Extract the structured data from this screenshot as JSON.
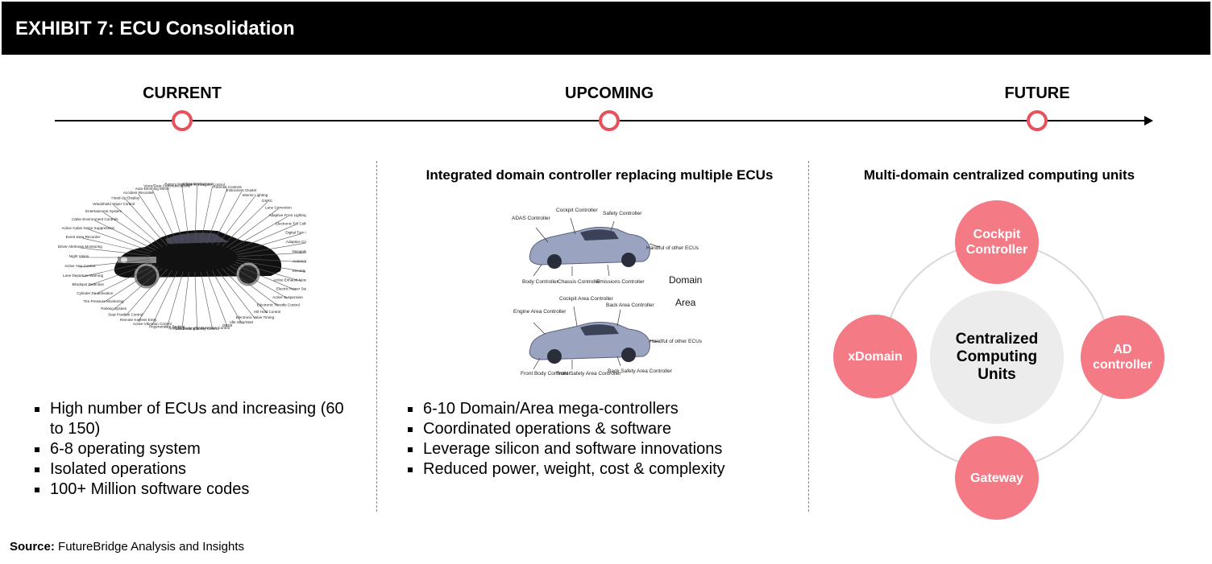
{
  "header": {
    "title": "EXHIBIT 7: ECU Consolidation"
  },
  "timeline": {
    "stages": [
      "CURRENT",
      "UPCOMING",
      "FUTURE"
    ],
    "marker_color": "#e8505b"
  },
  "current": {
    "ecu_labels": [
      "Night Vision",
      "Driver Alertness Monitoring",
      "Event Data Recorder",
      "Active Cabin Noise Suppression",
      "Cabin Environment Controls",
      "Entertainment System",
      "Windshield Wiper Control",
      "Head-Up Display",
      "Accident Recorder",
      "Auto-Dimming Mirror",
      "Voice/Data Communications",
      "Battery Management",
      "Airbag Deployment",
      "Engine Control",
      "Parental Controls",
      "Instrument Cluster",
      "Interior Lighting",
      "DSRC",
      "Lane Correction",
      "Adaptive Front Lighting",
      "Electronic Toll Collection",
      "Digital Turn Signals",
      "Adaptive Cruise Control",
      "Navigation System",
      "Automatic Braking",
      "Security System",
      "Active Exhaust Noise Suppression",
      "Electric Power Steering",
      "Active Suspension",
      "Electronic Throttle Control",
      "Hill Hold Control",
      "Electronic Valve Timing",
      "Idle Stop/Start",
      "OBDII",
      "Transmission Control",
      "Electronic Stability Control",
      "Antilock Braking",
      "Regenerative Braking",
      "Active Vibration Control",
      "Remote Keyless Entry",
      "Seat Position Control",
      "Parking System",
      "Tire Pressure Monitoring",
      "Cylinder De-activation",
      "Blindspot Detection",
      "Lane Departure Warning",
      "Active Yaw Control"
    ],
    "bullets": [
      "High number of ECUs and increasing (60 to 150)",
      "6-8 operating system",
      "Isolated operations",
      "100+ Million software codes"
    ]
  },
  "upcoming": {
    "subtitle": "Integrated domain controller replacing multiple ECUs",
    "domain": {
      "label": "Domain",
      "controllers": [
        "ADAS Controller",
        "Cockpit Controller",
        "Safety Controller",
        "Handful of other ECUs",
        "Body Controller",
        "Chassis Controller",
        "Emissions Controller"
      ]
    },
    "area": {
      "label": "Area",
      "controllers": [
        "Engine Area Controller",
        "Cockpit Area Controller",
        "Back Area Controller",
        "Handful of other ECUs",
        "Front Body Controller",
        "Front Safety Area Controller",
        "Back Safety Area Controller"
      ]
    },
    "bullets": [
      "6-10 Domain/Area mega-controllers",
      "Coordinated operations & software",
      "Leverage silicon and software innovations",
      "Reduced power, weight, cost & complexity"
    ]
  },
  "future": {
    "subtitle": "Multi-domain centralized computing units",
    "center": "Centralized Computing Units",
    "nodes": [
      "Cockpit Controller",
      "AD controller",
      "Gateway",
      "xDomain"
    ],
    "node_color": "#f47a86",
    "center_color": "#ececec"
  },
  "source": {
    "label": "Source:",
    "text": "FutureBridge Analysis and Insights"
  }
}
